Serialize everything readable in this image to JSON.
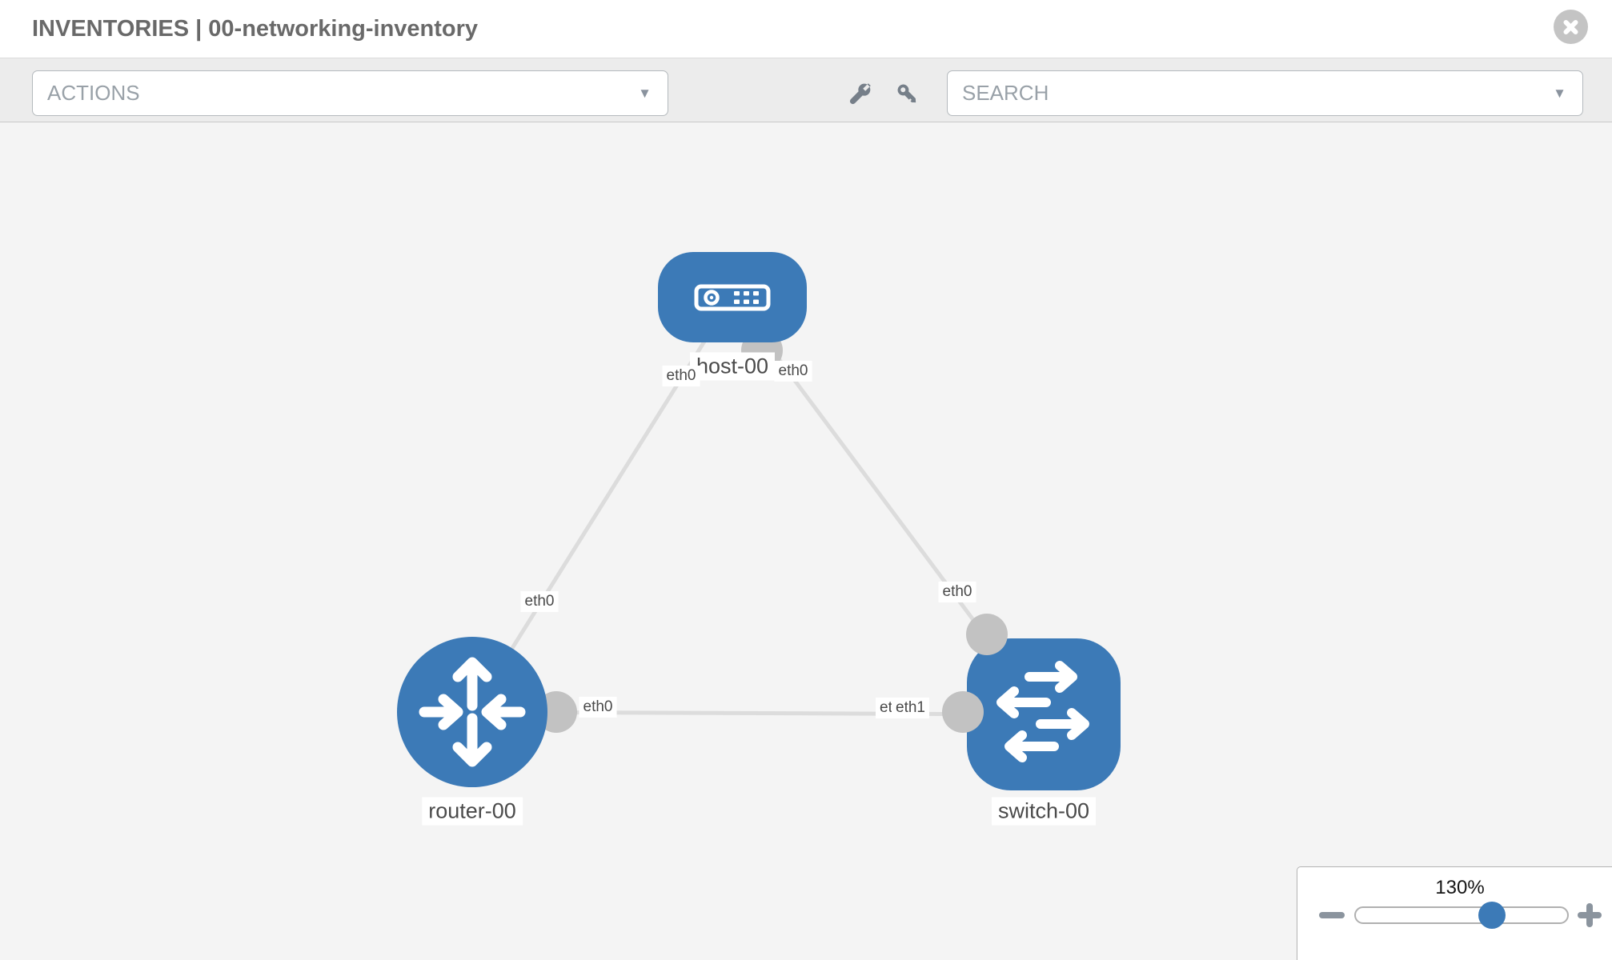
{
  "header": {
    "title": "INVENTORIES | 00-networking-inventory"
  },
  "toolbar": {
    "actions_label": "ACTIONS",
    "search_label": "SEARCH"
  },
  "icons": {
    "caret_down": "▼",
    "close": "x-in-circle",
    "wrench": "wrench",
    "key": "key",
    "zoom_out": "minus",
    "zoom_in": "plus"
  },
  "graph": {
    "nodes": [
      {
        "id": "host-00",
        "type": "host",
        "label": "host-00"
      },
      {
        "id": "router-00",
        "type": "router",
        "label": "router-00"
      },
      {
        "id": "switch-00",
        "type": "switch",
        "label": "switch-00"
      }
    ],
    "edges": [
      {
        "from": "host-00",
        "from_interface": "eth0",
        "to": "router-00",
        "to_interface": "eth0"
      },
      {
        "from": "host-00",
        "from_interface": "eth0",
        "to": "switch-00",
        "to_interface": "eth0"
      },
      {
        "from": "router-00",
        "from_interface": "eth0",
        "to": "switch-00",
        "to_interface": "eth1"
      }
    ],
    "labels": {
      "switch_overlap_back": "eth0"
    }
  },
  "zoom_control": {
    "percent_label": "130%",
    "value": 130
  },
  "colors": {
    "node_blue": "#3c7ab7",
    "edge_gray": "#dcdcdc",
    "connector_gray": "#c2c2c2",
    "canvas_bg": "#f4f4f4",
    "toolbar_bg": "#ececec",
    "close_gray": "#c4c4c4"
  }
}
